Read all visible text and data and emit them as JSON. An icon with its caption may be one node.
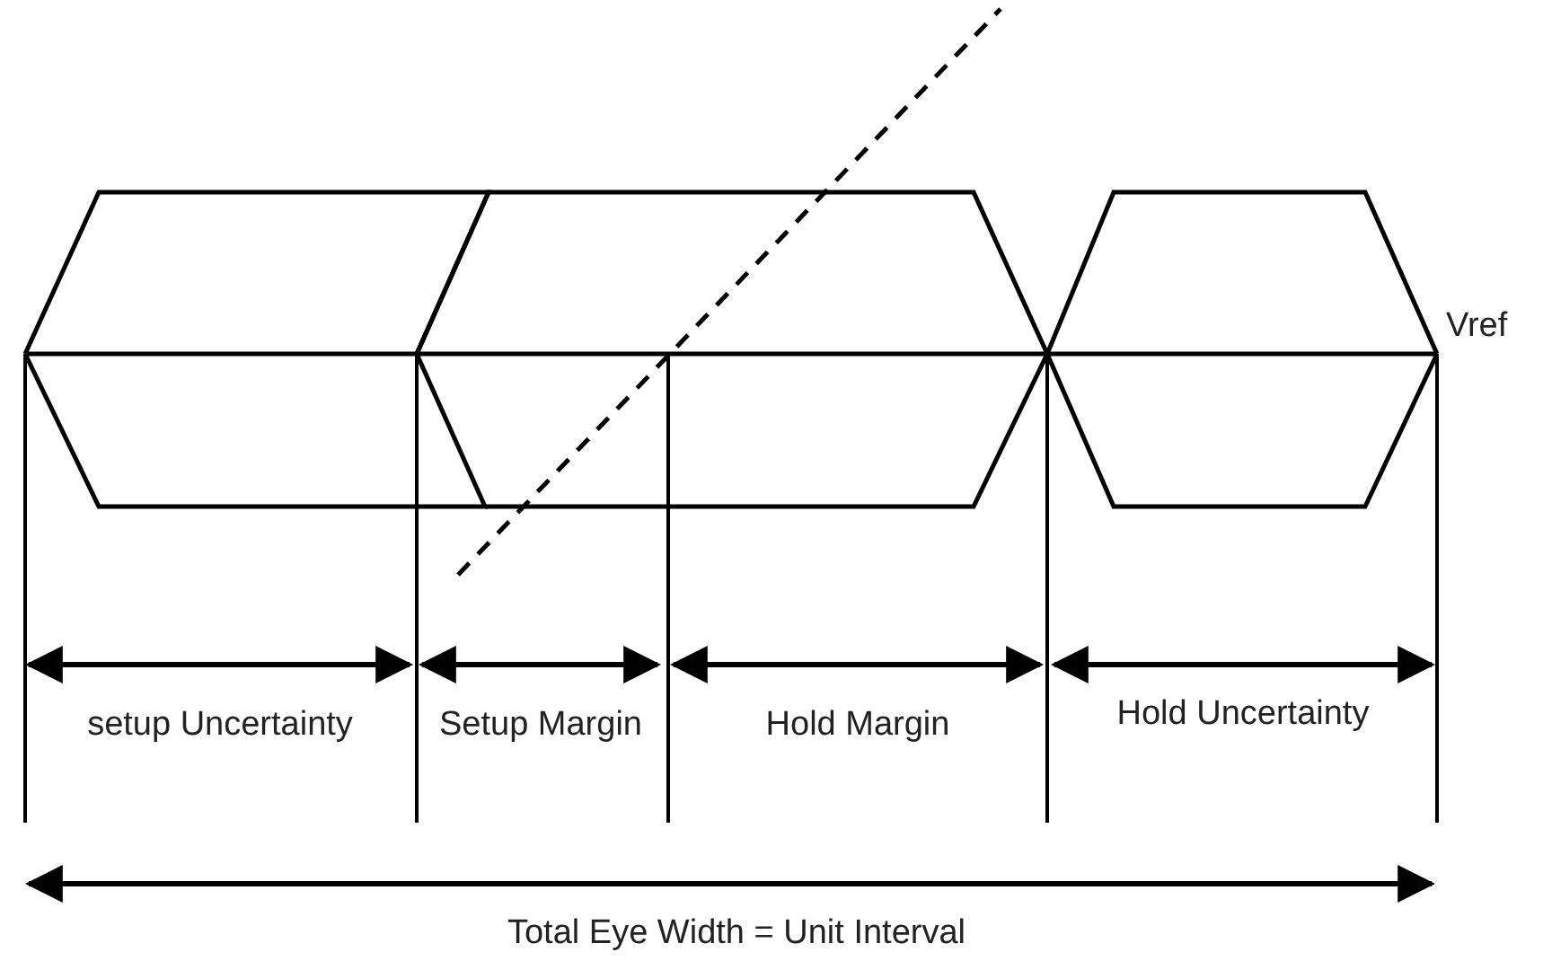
{
  "diagram": {
    "labels": [
      "Vref",
      "setup Uncertainty",
      "Setup Margin",
      "Hold Margin",
      "Hold Uncertainty",
      "Total Eye Width = Unit Interval"
    ]
  }
}
